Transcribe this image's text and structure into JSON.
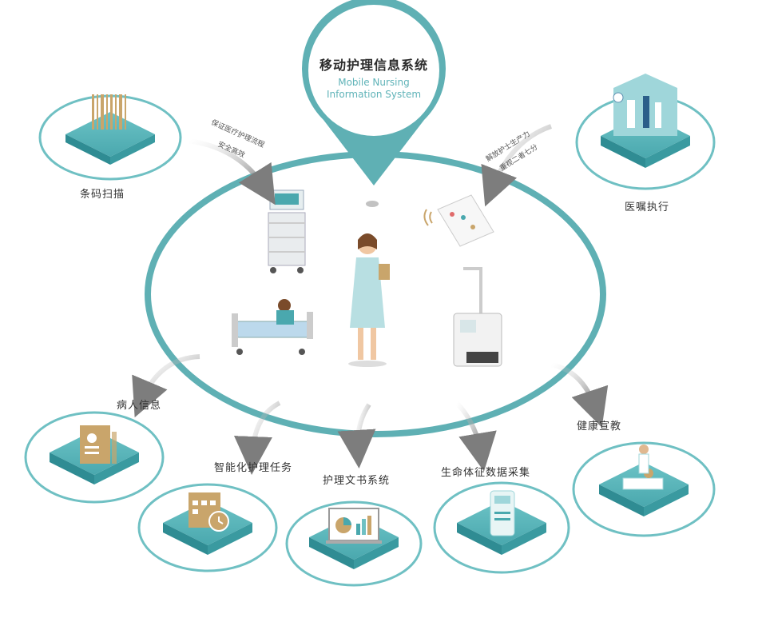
{
  "pin": {
    "title": "移动护理信息系统",
    "subtitle_line1": "Mobile Nursing",
    "subtitle_line2": "Information System"
  },
  "notes": {
    "left_line1": "保证医疗护理流程",
    "left_line2": "安全高效",
    "right_line1": "解放护士生产力",
    "right_line2": "重视二者七分"
  },
  "modules": [
    {
      "id": "barcode",
      "label": "条码扫描",
      "icon": "barcode-icon"
    },
    {
      "id": "orders",
      "label": "医嘱执行",
      "icon": "nursing-station-icon"
    },
    {
      "id": "patient",
      "label": "病人信息",
      "icon": "patient-card-icon"
    },
    {
      "id": "tasks",
      "label": "智能化护理任务",
      "icon": "calendar-clock-icon"
    },
    {
      "id": "docs",
      "label": "护理文书系统",
      "icon": "monitor-chart-icon"
    },
    {
      "id": "vitals",
      "label": "生命体征数据采集",
      "icon": "device-icon"
    },
    {
      "id": "education",
      "label": "健康宣教",
      "icon": "doctor-bed-icon"
    }
  ],
  "colors": {
    "teal": "#4aa8ae",
    "teal_light": "#8fd3d6",
    "gold": "#c9a56b",
    "gray_arrow": "#8a8a8a"
  }
}
